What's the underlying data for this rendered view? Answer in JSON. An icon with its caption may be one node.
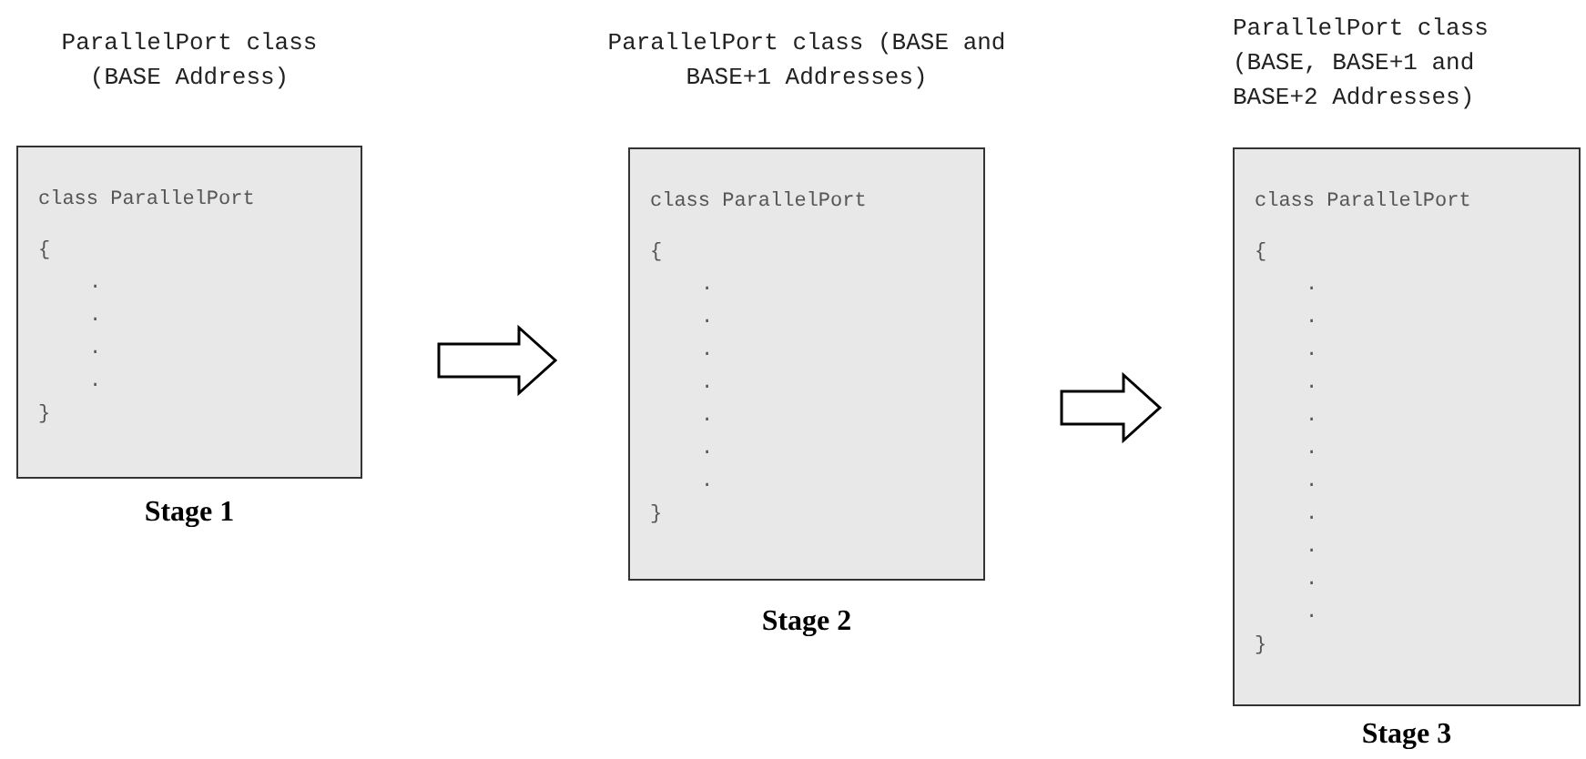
{
  "diagram": {
    "nodes": [
      {
        "text": [
          "ParallelPort class (BASE Address)",
          "class ParallelPort",
          "{",
          ".",
          ".",
          ".",
          ".",
          "}"
        ],
        "beside": [
          "Stage 1"
        ]
      },
      {
        "text": [
          "ParallelPort class (BASE and BASE+1 Addresses)",
          "class ParallelPort",
          "{",
          ".",
          ".",
          ".",
          ".",
          ".",
          ".",
          ".",
          "}"
        ],
        "beside": [
          "Stage 2"
        ]
      },
      {
        "text": [
          "ParallelPort class (BASE, BASE+1 and BASE+2 Addresses)",
          "class ParallelPort",
          "{",
          ".",
          ".",
          ".",
          ".",
          ".",
          ".",
          ".",
          ".",
          ".",
          ".",
          ".",
          "}"
        ],
        "beside": [
          "Stage 3"
        ]
      }
    ],
    "edges": [
      {
        "from": 0,
        "to": 1,
        "arrow": "to"
      },
      {
        "from": 1,
        "to": 2,
        "arrow": "to"
      }
    ]
  }
}
